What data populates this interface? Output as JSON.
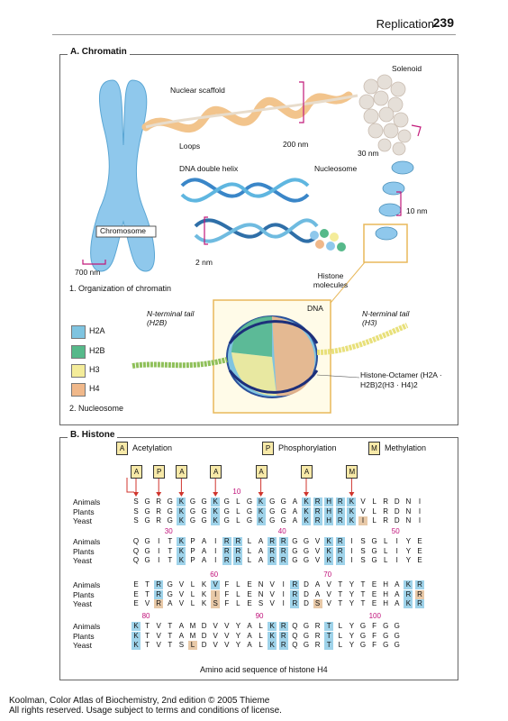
{
  "header": {
    "section": "Replication",
    "page": "239"
  },
  "panel_a": {
    "title": "A. Chromatin",
    "labels": {
      "solenoid": "Solenoid",
      "nuclear_scaffold": "Nuclear scaffold",
      "loops": "Loops",
      "nm200": "200 nm",
      "nm30": "30 nm",
      "nucleosome": "Nucleosome",
      "dna_double_helix": "DNA double helix",
      "nm10": "10 nm",
      "chromosome": "Chromosome",
      "nm2": "2 nm",
      "nm700": "700 nm",
      "histone_molecules": "Histone molecules"
    },
    "caption1": "1. Organization of chromatin",
    "nucleosome_labels": {
      "dna": "DNA",
      "nterm_h2b": "N-terminal tail (H2B)",
      "nterm_h3": "N-terminal tail (H3)",
      "octamer": "Histone-Octamer (H2A · H2B)2(H3 · H4)2"
    },
    "legend": [
      {
        "label": "H2A",
        "color": "#7fc4e0"
      },
      {
        "label": "H2B",
        "color": "#56b98a"
      },
      {
        "label": "H3",
        "color": "#f4ec9a"
      },
      {
        "label": "H4",
        "color": "#f0b88a"
      }
    ],
    "caption2": "2. Nucleosome"
  },
  "panel_b": {
    "title": "B. Histone",
    "key": [
      {
        "letter": "A",
        "label": "Acetylation"
      },
      {
        "letter": "P",
        "label": "Phosphorylation"
      },
      {
        "letter": "M",
        "label": "Methylation"
      }
    ],
    "marker_row": [
      "A",
      "P",
      "A",
      "A",
      "A",
      "A",
      "M"
    ],
    "species": [
      "Animals",
      "Plants",
      "Yeast"
    ],
    "blocks": [
      {
        "start": 1,
        "rows": [
          "SGRGKGGKGLGKGGAKRHRKVLRDNI",
          "SGRGKGGKGLGKGGAKRHRKVLRDNI",
          "SGRGKGGKGLGKGGAKRHRKILRDNI"
        ]
      },
      {
        "start": 27,
        "rows": [
          "QGITKPAIRRLARRGGVKRISGLIYE",
          "QGITKPAIRRLARRGGVKRISGLIYE",
          "QGITKPAIRRLARRGGVKRISGLIYE"
        ]
      },
      {
        "start": 53,
        "rows": [
          "ETRGVLKVFLENVIRDAVTYTEHAKR",
          "ETRGVLKIFLENVIRDAVTYTEHARR",
          "EVRAVLKSFLESVIRDSVTYTEHAKR"
        ]
      },
      {
        "start": 79,
        "rows": [
          "KTVTAMDVVYALKRQGRTLYGFGG",
          "KTVTAMDVVYALKRQGRTLYGFGG",
          "KTVTSLDVVYALKRQGRTLYGFGG"
        ]
      }
    ],
    "position_numbers": [
      "10",
      "30",
      "40",
      "50",
      "60",
      "70",
      "80",
      "90",
      "100"
    ],
    "caption": "Amino acid sequence of histone H4"
  },
  "footer": {
    "line1": "Koolman, Color Atlas of Biochemistry, 2nd edition © 2005 Thieme",
    "line2": "All rights reserved. Usage subject to terms and conditions of license."
  },
  "colors": {
    "highlight_blue": "#9fd3ea",
    "highlight_tan": "#e8c9a8",
    "number_magenta": "#c0117a"
  }
}
